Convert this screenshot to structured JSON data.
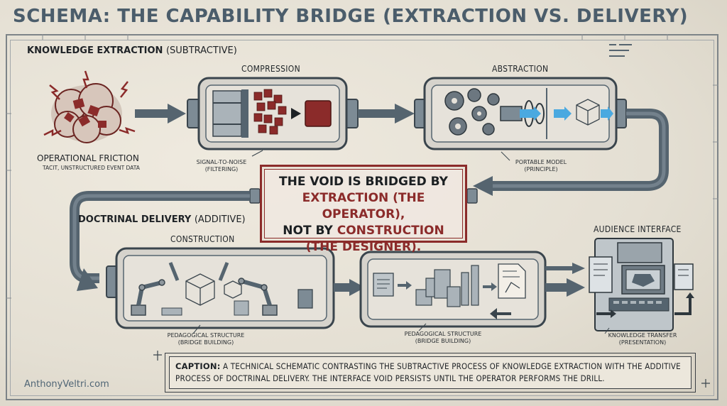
{
  "title": "SCHEMA: THE CAPABILITY BRIDGE (EXTRACTION VS. DELIVERY)",
  "extraction_section": {
    "label": "KNOWLEDGE EXTRACTION",
    "qualifier": "(SUBTRACTIVE)"
  },
  "delivery_section": {
    "label": "DOCTRINAL DELIVERY",
    "qualifier": "(ADDITIVE)"
  },
  "stages": {
    "compression": "COMPRESSION",
    "abstraction": "ABSTRACTION",
    "construction": "CONSTRUCTION",
    "audience_interface": "AUDIENCE INTERFACE"
  },
  "friction": {
    "title": "OPERATIONAL FRICTION",
    "subtitle": "TACIT, UNSTRUCTURED EVENT DATA"
  },
  "annotations": {
    "signal_to_noise": [
      "SIGNAL-TO-NOISE",
      "(FILTERING)"
    ],
    "portable_model": [
      "PORTABLE MODEL",
      "(PRINCIPLE)"
    ],
    "pedagogical_left": [
      "PEDAGOGICAL STRUCTURE",
      "(BRIDGE BUILDING)"
    ],
    "pedagogical_right": [
      "PEDAGOGICAL STRUCTURE",
      "(BRIDGE BUILDING)"
    ],
    "knowledge_transfer": [
      "KNOWLEDGE TRANSFER",
      "(PRESENTATION)"
    ]
  },
  "void": {
    "line1": "THE VOID IS BRIDGED BY",
    "line2_red": "EXTRACTION (THE OPERATOR),",
    "line3_pre": "NOT BY ",
    "line3_red": "CONSTRUCTION",
    "line4_red": "(THE DESIGNER)."
  },
  "caption": {
    "label": "CAPTION:",
    "text": " A TECHNICAL SCHEMATIC CONTRASTING THE SUBTRACTIVE PROCESS OF KNOWLEDGE EXTRACTION WITH THE ADDITIVE PROCESS OF DOCTRINAL DELIVERY. THE INTERFACE VOID PERSISTS UNTIL THE OPERATOR PERFORMS THE DRILL."
  },
  "brand": "AnthonyVeltri.com",
  "colors": {
    "pipe": "#55646f",
    "pipe_light": "#7d8b95",
    "accent_red": "#8b2b2a",
    "cube_blue": "#4aa9e0",
    "ink": "#1e2226"
  }
}
